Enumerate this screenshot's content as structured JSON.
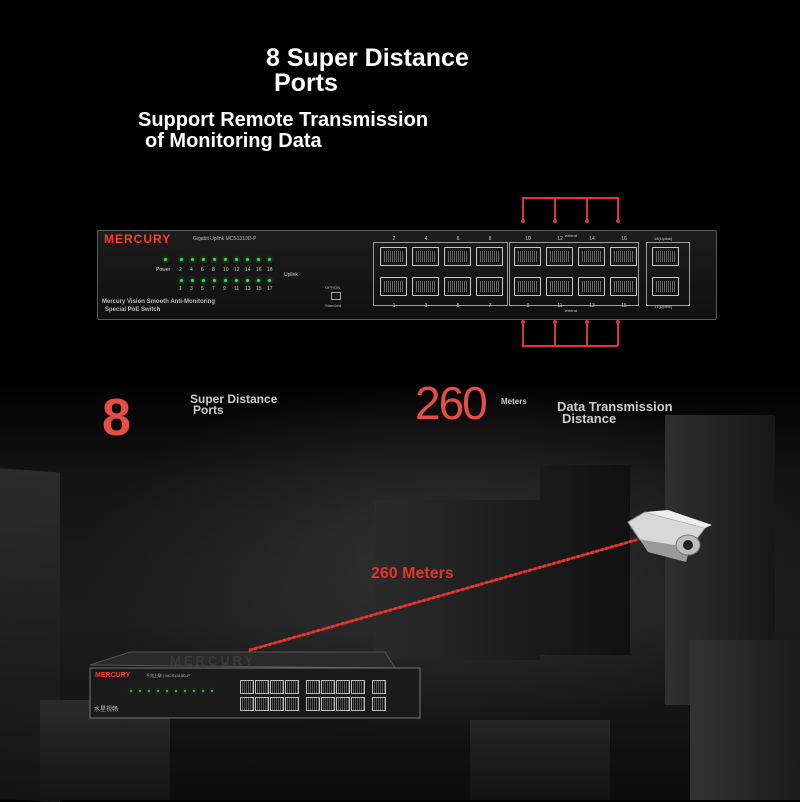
{
  "headline": {
    "line1": "8 Super Distance",
    "line2": "Ports"
  },
  "subheadline": {
    "line1": "Support Remote Transmission",
    "line2": "of Monitoring Data"
  },
  "switch_panel": {
    "brand": "MERCURY",
    "model": "Gigabit Uplink MCS1310D-P",
    "power_label": "Power",
    "top_led_numbers": [
      "2",
      "4",
      "6",
      "8",
      "10",
      "12",
      "14",
      "16",
      "18"
    ],
    "bottom_led_numbers": [
      "1",
      "3",
      "5",
      "7",
      "9",
      "11",
      "13",
      "15",
      "17"
    ],
    "uplink_label": "Uplink",
    "description_line1": "Mercury Vision Smooth Anti-Monitoring",
    "description_line2": "Special PoE Switch",
    "button_label_top": "OFF/ON",
    "button_label_bottom": "Standard",
    "top_port_numbers": [
      "2",
      "4",
      "6",
      "8",
      "10",
      "12",
      "14",
      "16"
    ],
    "bottom_port_numbers": [
      "1",
      "3",
      "5",
      "7",
      "9",
      "11",
      "13",
      "15"
    ],
    "uplink_top": "18(Uplink)",
    "uplink_bottom": "17(Uplink)",
    "extend_label": "extend"
  },
  "stats": {
    "ports_value": "8",
    "ports_label_line1": "Super Distance",
    "ports_label_line2": "Ports",
    "distance_value": "260",
    "distance_unit": "Meters",
    "distance_label_line1": "Data Transmission",
    "distance_label_line2": "Distance"
  },
  "beam_label": "260 Meters",
  "lower_switch": {
    "brand": "MERCURY",
    "body_logo": "MERCURY",
    "side_text": "水星视畅",
    "model": "千兆上联 | MCS1310D-P"
  },
  "colors": {
    "accent_red": "#e84d45",
    "led_green": "#3de042",
    "background": "#000000"
  }
}
